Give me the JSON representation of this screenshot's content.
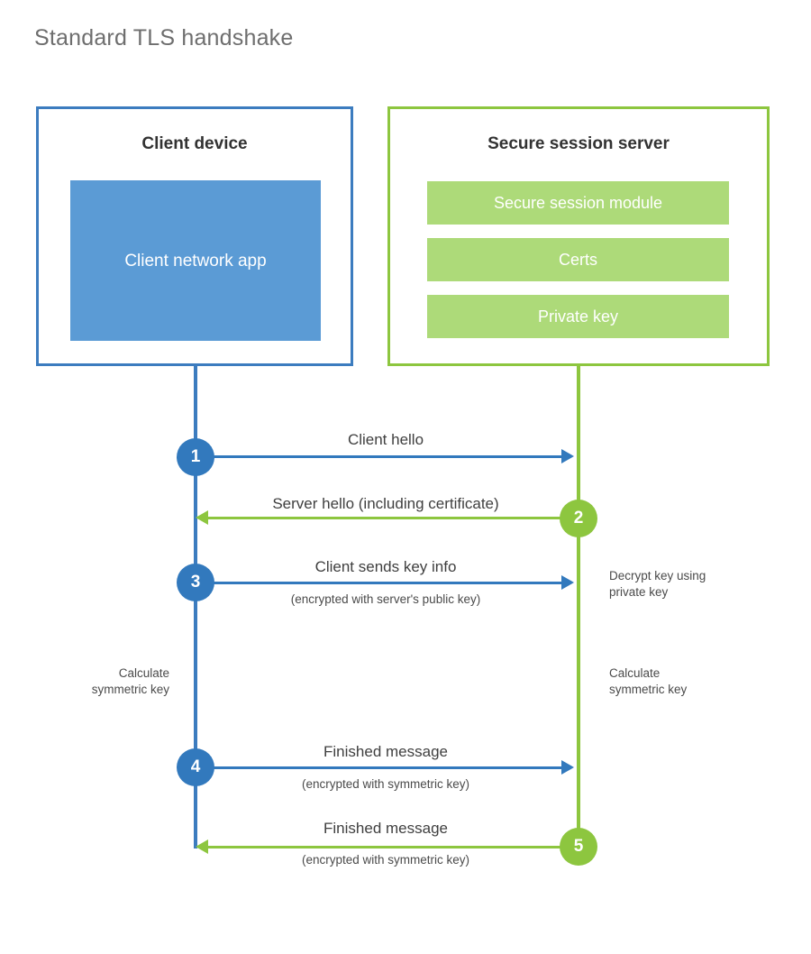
{
  "title": "Standard TLS handshake",
  "colors": {
    "client_blue": "#3279bd",
    "client_border": "#3c7cbf",
    "client_app_fill": "#5b9bd5",
    "server_green": "#8dc63f",
    "server_bar_fill": "#adda79",
    "text_dark": "#3f3f3f",
    "title_gray": "#6e6e6e"
  },
  "client": {
    "title": "Client device",
    "app_label": "Client network app"
  },
  "server": {
    "title": "Secure session server",
    "bars": [
      {
        "label": "Secure session module"
      },
      {
        "label": "Certs"
      },
      {
        "label": "Private key"
      }
    ]
  },
  "steps": [
    {
      "number": "1",
      "side": "client",
      "label": "Client hello",
      "sublabel": "",
      "direction": "client-to-server"
    },
    {
      "number": "2",
      "side": "server",
      "label": "Server hello (including certificate)",
      "sublabel": "",
      "direction": "server-to-client"
    },
    {
      "number": "3",
      "side": "client",
      "label": "Client sends key info",
      "sublabel": "(encrypted with server's public key)",
      "direction": "client-to-server"
    },
    {
      "number": "4",
      "side": "client",
      "label": "Finished message",
      "sublabel": "(encrypted with symmetric key)",
      "direction": "client-to-server"
    },
    {
      "number": "5",
      "side": "server",
      "label": "Finished message",
      "sublabel": "(encrypted with symmetric key)",
      "direction": "server-to-client"
    }
  ],
  "annotations": {
    "decrypt_key": "Decrypt key using\nprivate key",
    "client_calculate": "Calculate\nsymmetric key",
    "server_calculate": "Calculate\nsymmetric key"
  }
}
